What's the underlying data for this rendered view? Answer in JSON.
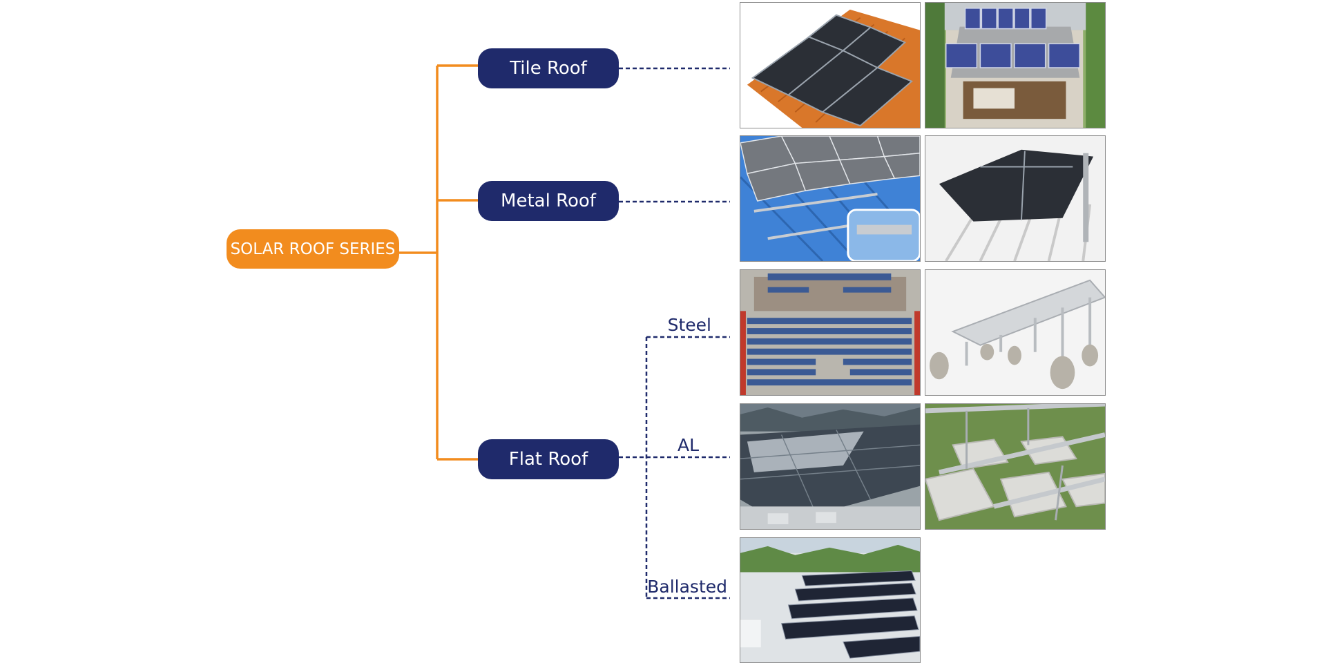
{
  "root": {
    "label": "SOLAR ROOF SERIES"
  },
  "categories": [
    {
      "label": "Tile Roof"
    },
    {
      "label": "Metal Roof"
    },
    {
      "label": "Flat Roof"
    }
  ],
  "flat_roof_types": [
    {
      "label": "Steel"
    },
    {
      "label": "AL"
    },
    {
      "label": "Ballasted"
    }
  ],
  "colors": {
    "orange": "#f28c1e",
    "navy": "#1f2a6b",
    "tile": "#d9772a",
    "metal_blue": "#3f82d6",
    "panel": "#2b2f36"
  }
}
